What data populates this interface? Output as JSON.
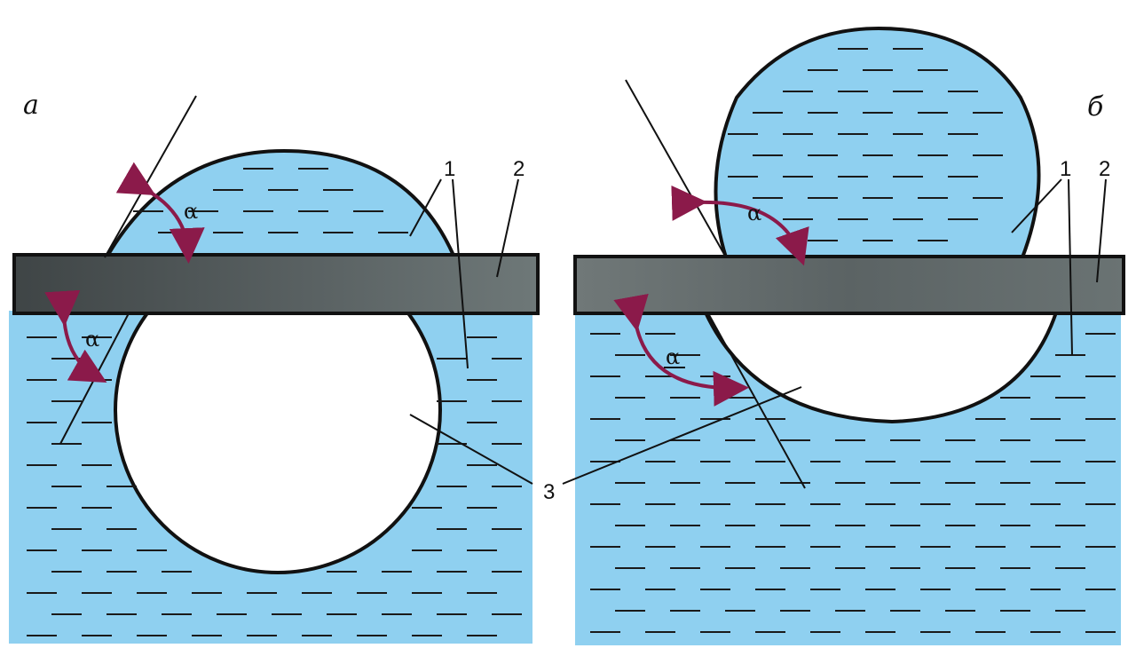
{
  "panels": {
    "a": {
      "label": "а",
      "angle_labels": [
        "α",
        "α"
      ],
      "callouts": [
        "1",
        "2",
        "3"
      ]
    },
    "b": {
      "label": "б",
      "angle_labels": [
        "α",
        "α"
      ],
      "callouts": [
        "1",
        "2"
      ]
    }
  },
  "colors": {
    "liquid": "#8fd0f0",
    "plate": "#555b5c",
    "arrow": "#8b1a4a",
    "outline": "#111111"
  }
}
